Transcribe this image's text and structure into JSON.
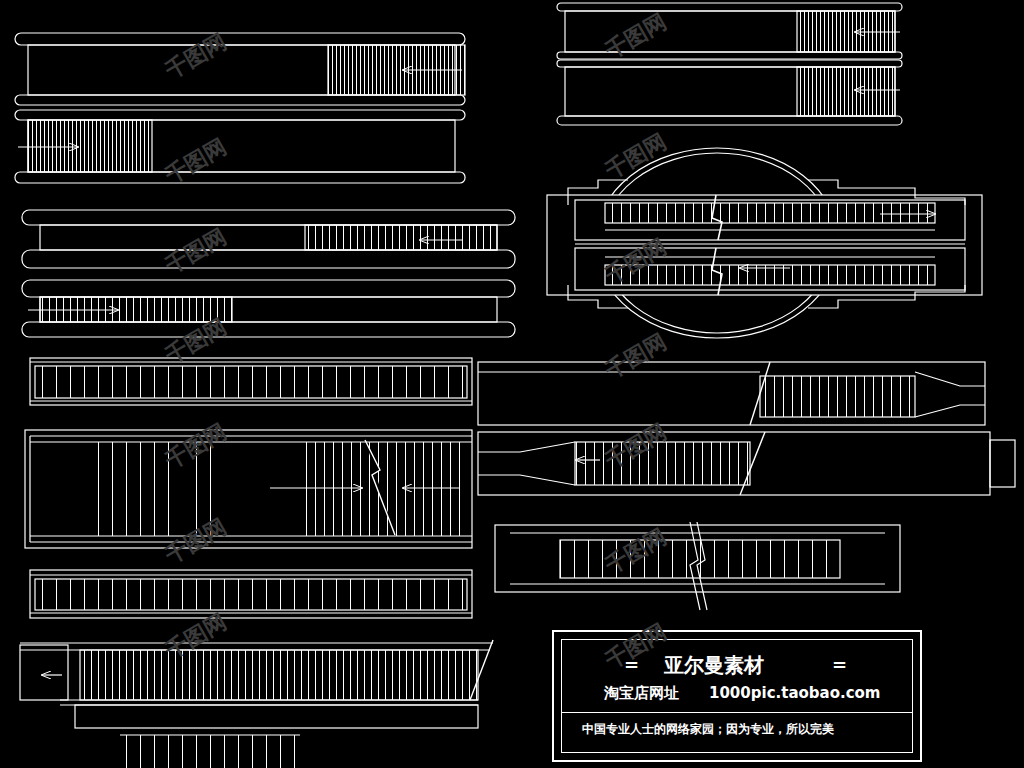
{
  "diagram": {
    "nodes": [
      {
        "text": [
          "=",
          "亚尔曼素材",
          "=",
          "淘宝店网址",
          "1000pic.taobao.com",
          "中国专业人士的网络家园；因为专业，所以完美"
        ]
      }
    ],
    "labels": [
      "千图网",
      "千图网",
      "千图网",
      "千图网",
      "千图网",
      "千图网",
      "千图网",
      "千图网",
      "千图网",
      "千图网",
      "千图网",
      "千图网",
      "千图网",
      "千图网"
    ]
  }
}
